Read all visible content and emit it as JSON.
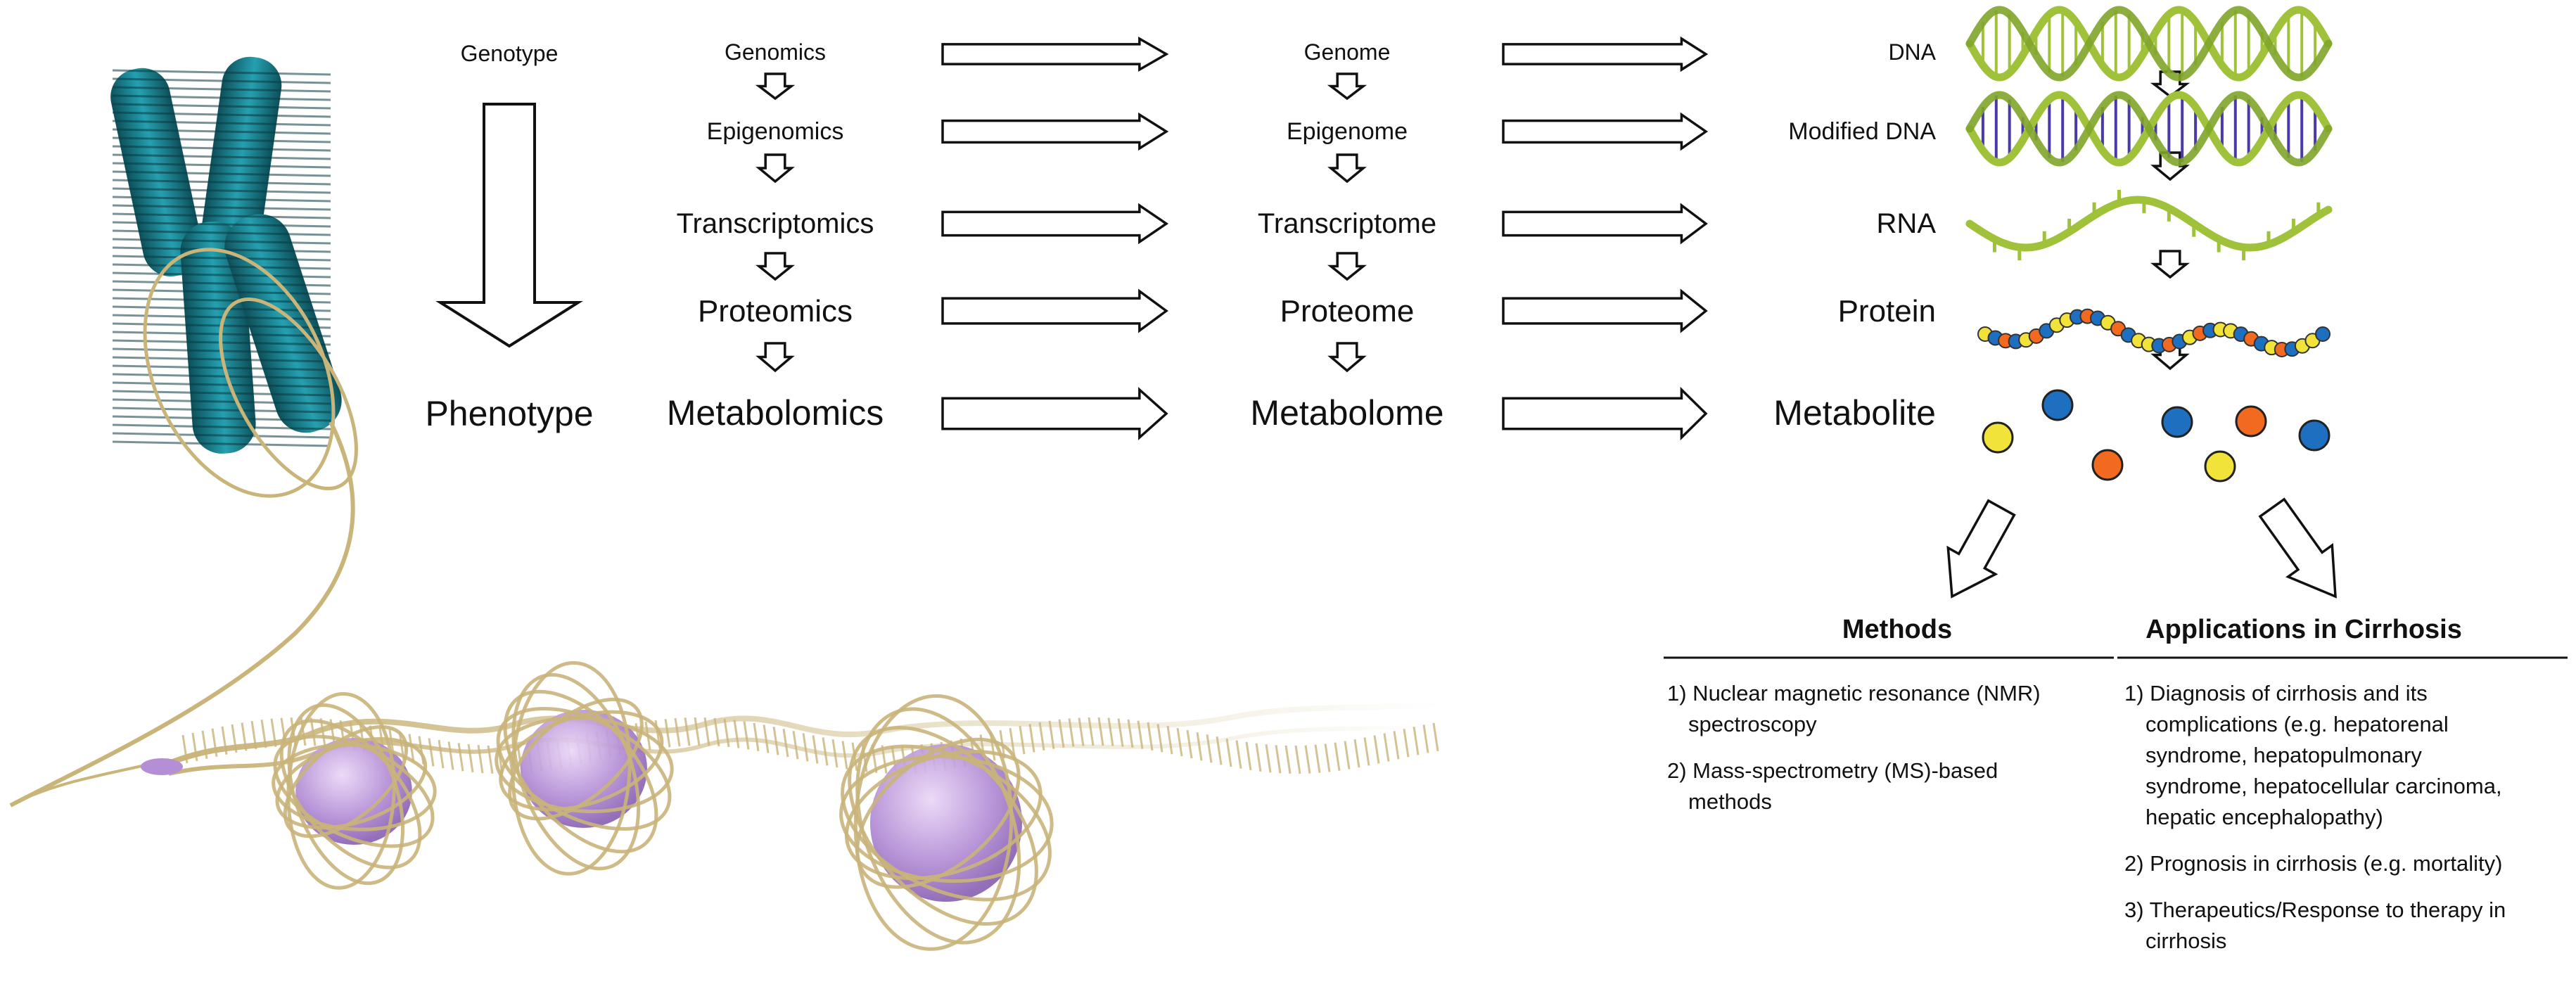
{
  "columns": {
    "level": {
      "top": "Genotype",
      "bottom": "Phenotype"
    },
    "omics": [
      "Genomics",
      "Epigenomics",
      "Transcriptomics",
      "Proteomics",
      "Metabolomics"
    ],
    "ome": [
      "Genome",
      "Epigenome",
      "Transcriptome",
      "Proteome",
      "Metabolome"
    ],
    "molecule": [
      "DNA",
      "Modified DNA",
      "RNA",
      "Protein",
      "Metabolite"
    ]
  },
  "methods": {
    "title": "Methods",
    "items": [
      [
        "1) Nuclear magnetic resonance (NMR)",
        "spectroscopy"
      ],
      [
        "2) Mass-spectrometry (MS)-based",
        "methods"
      ]
    ]
  },
  "applications": {
    "title": "Applications in Cirrhosis",
    "items": [
      [
        "1) Diagnosis of cirrhosis and its",
        "complications (e.g. hepatorenal",
        "syndrome, hepatopulmonary",
        "syndrome, hepatocellular carcinoma,",
        "hepatic encephalopathy)"
      ],
      [
        "2) Prognosis in cirrhosis (e.g. mortality)"
      ],
      [
        "3) Therapeutics/Response to therapy in",
        "cirrhosis"
      ]
    ]
  },
  "colors": {
    "chromosome": "#1a7f8c",
    "dna_strand": "#9fc23a",
    "dna_rung": "#4a3aa8",
    "chromatin": "#c9b47a",
    "histone": "#b58fd6",
    "bead_yellow": "#f2e33a",
    "bead_blue": "#1f6fc1",
    "bead_orange": "#f26a1f"
  }
}
